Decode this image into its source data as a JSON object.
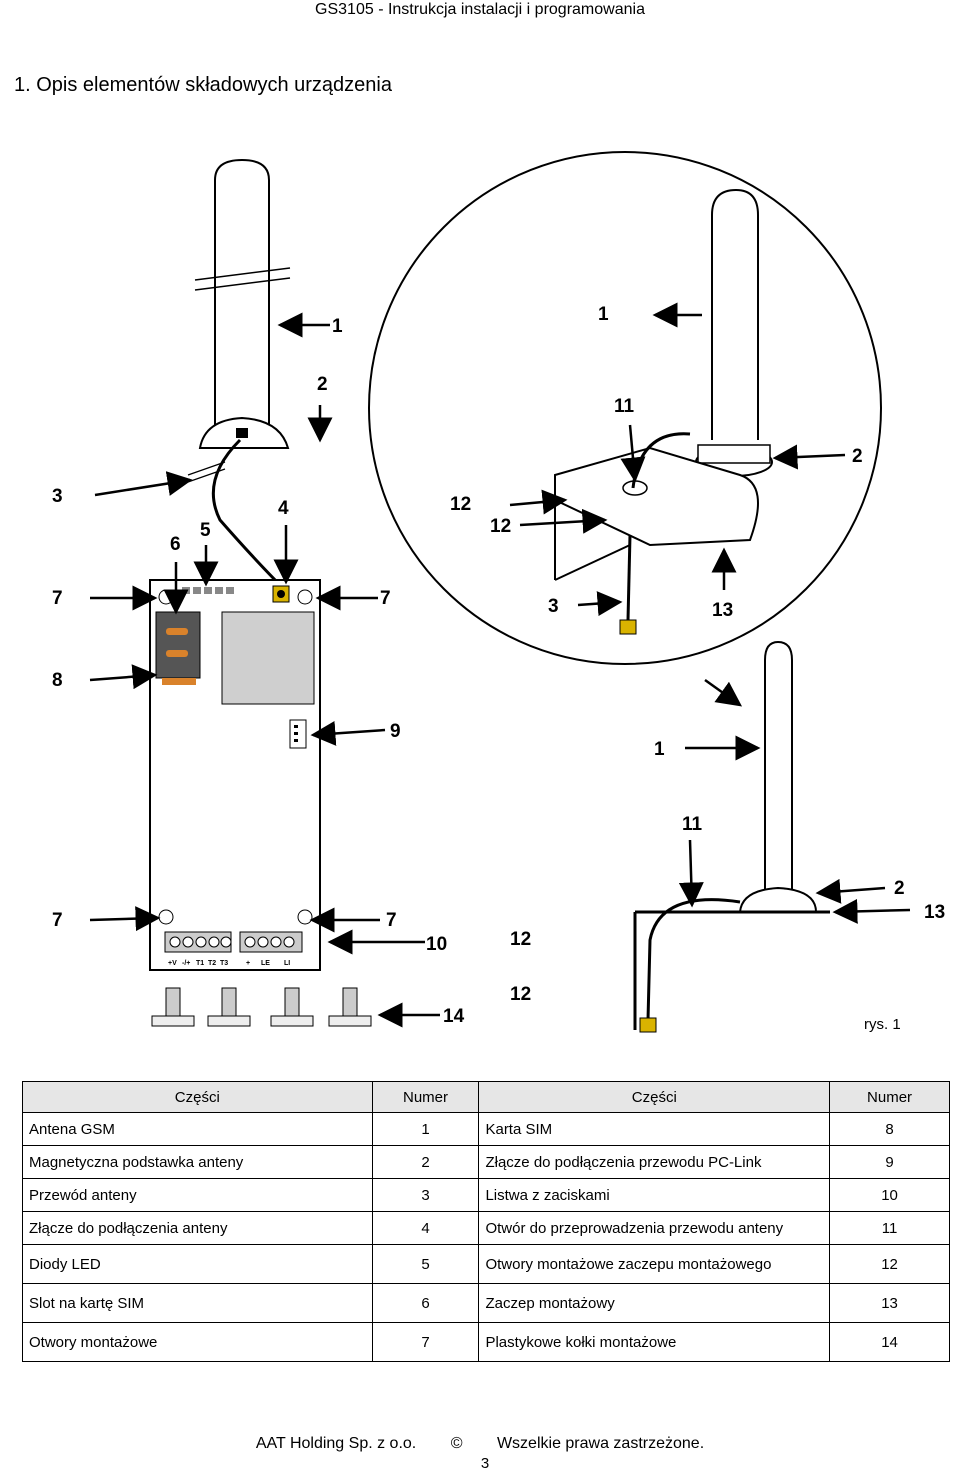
{
  "header": {
    "title": "GS3105 - Instrukcja instalacji i programowania"
  },
  "section": {
    "title": "1. Opis elementów składowych urządzenia"
  },
  "figure": {
    "caption": "rys. 1",
    "callouts": [
      "1",
      "2",
      "3",
      "4",
      "5",
      "6",
      "7",
      "8",
      "9",
      "10",
      "11",
      "12",
      "13",
      "14"
    ],
    "board_terminals": [
      "+V",
      "-/+",
      "T1",
      "T2",
      "T3",
      "+",
      "LE",
      "LI"
    ]
  },
  "table": {
    "headers": [
      "Części",
      "Numer",
      "Części",
      "Numer"
    ],
    "rows": [
      [
        "Antena GSM",
        "1",
        "Karta SIM",
        "8"
      ],
      [
        "Magnetyczna podstawka anteny",
        "2",
        "Złącze do podłączenia przewodu PC-Link",
        "9"
      ],
      [
        "Przewód anteny",
        "3",
        "Listwa z zaciskami",
        "10"
      ],
      [
        "Złącze do podłączenia anteny",
        "4",
        "Otwór do przeprowadzenia przewodu anteny",
        "11"
      ],
      [
        "Diody LED",
        "5",
        "Otwory montażowe zaczepu montażowego",
        "12"
      ],
      [
        "Slot na kartę SIM",
        "6",
        "Zaczep montażowy",
        "13"
      ],
      [
        "Otwory montażowe",
        "7",
        "Plastykowe kołki montażowe",
        "14"
      ]
    ]
  },
  "footer": {
    "company": "AAT Holding Sp. z o.o.",
    "copyright_symbol": "©",
    "rights": "Wszelkie prawa zastrzeżone.",
    "page_number": "3"
  }
}
